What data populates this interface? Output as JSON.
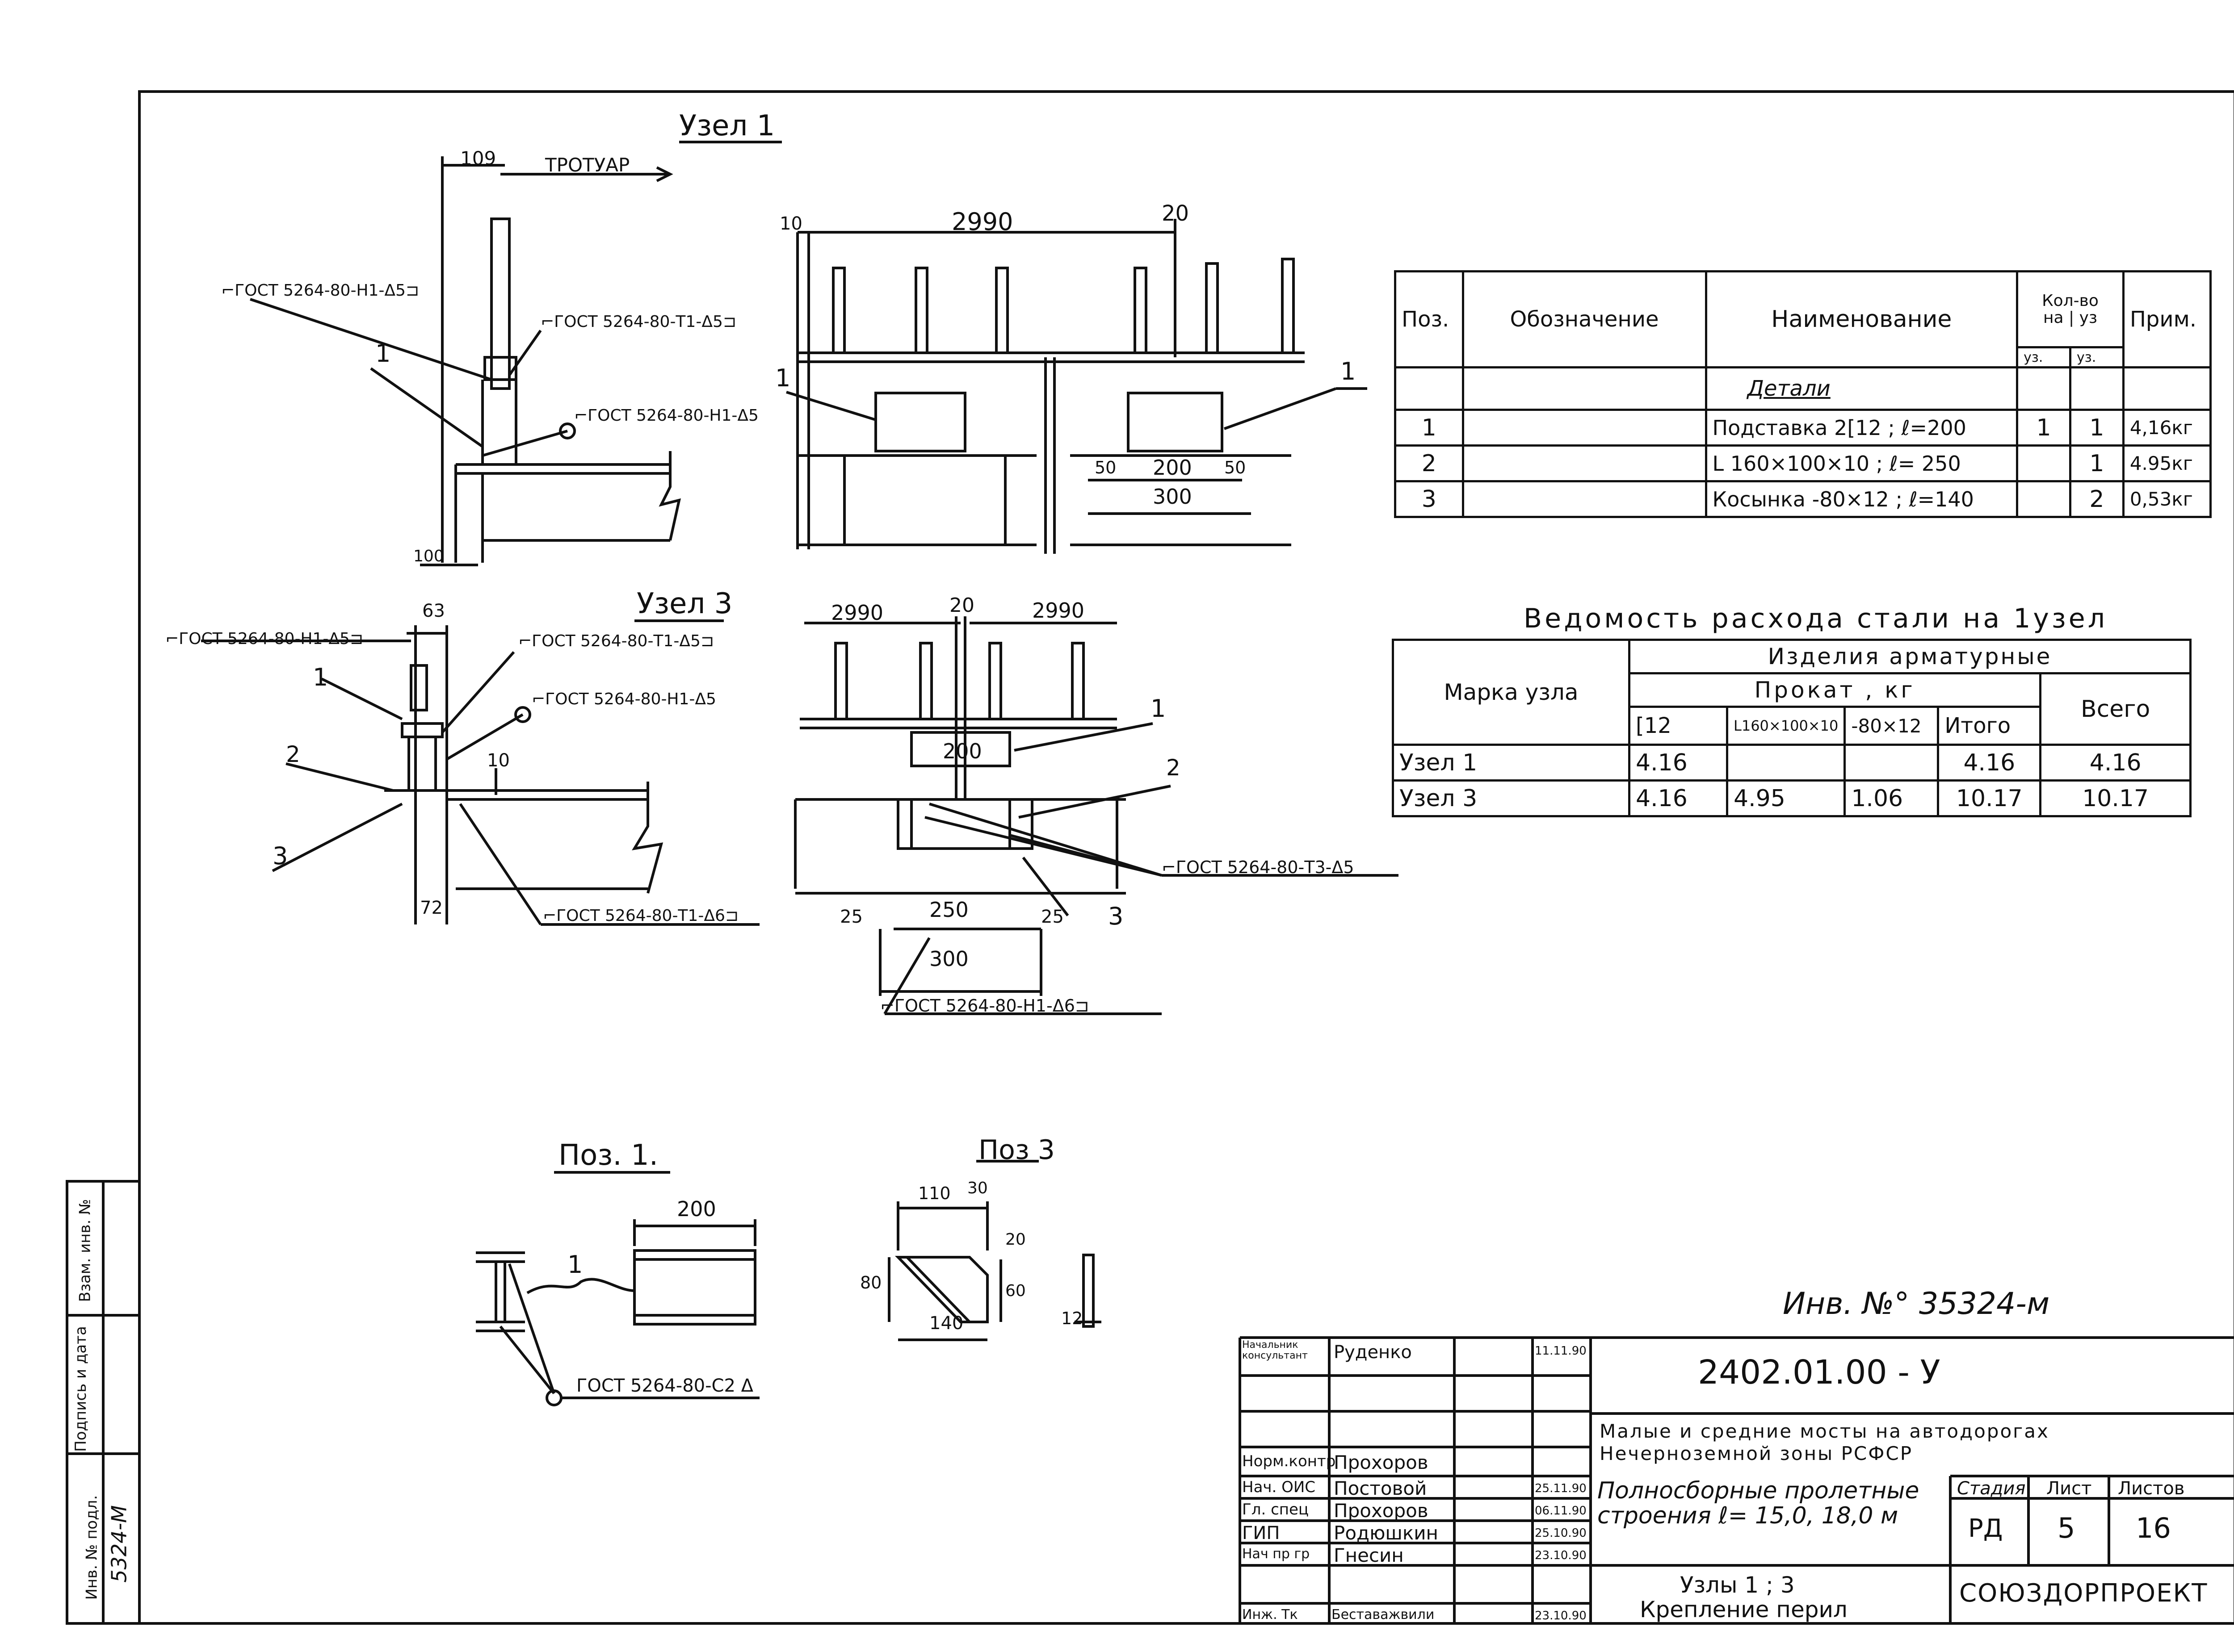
{
  "drawing_title": "",
  "uzel1": {
    "title": "Узел 1",
    "top_dim": "109",
    "trotuar": "ТРОТУАР",
    "weld_left": "⌐ГОСТ 5264-80-Н1-Δ5⊐",
    "weld_right": "⌐ГОСТ 5264-80-Т1-Δ5⊐",
    "weld_circle": "⌐ГОСТ 5264-80-Н1-Δ5",
    "pos_1": "1",
    "bottom_dim": "100"
  },
  "elev1": {
    "dim_10": "10",
    "dim_2990": "2990",
    "dim_20": "20",
    "pos_left": "1",
    "pos_right": "1",
    "dim_50a": "50",
    "dim_200": "200",
    "dim_50b": "50",
    "dim_300": "300"
  },
  "uzel3": {
    "title": "Узел 3",
    "dim_63": "63",
    "weld_a": "⌐ГОСТ 5264-80-Н1-Δ5⊐",
    "weld_b": "⌐ГОСТ 5264-80-Т1-Δ5⊐",
    "weld_c": "⌐ГОСТ 5264-80-Н1-Δ5",
    "pos_1": "1",
    "pos_2": "2",
    "pos_3": "3",
    "dim_10": "10",
    "dim_72": "72",
    "weld_bottom": "⌐ГОСТ 5264-80-Т1-Δ6⊐"
  },
  "elev3": {
    "dim_2990a": "2990",
    "dim_20": "20",
    "dim_2990b": "2990",
    "pos_1": "1",
    "dim_200": "200",
    "pos_2": "2",
    "weld_t3": "⌐ГОСТ 5264-80-Т3-Δ5",
    "dim_25a": "25",
    "dim_250": "250",
    "dim_25b": "25",
    "pos_3": "3",
    "dim_300": "300",
    "weld_h1": "⌐ГОСТ 5264-80-Н1-Δ6⊐"
  },
  "spec_table": {
    "headers": {
      "pos": "Поз.",
      "designation": "Обозначение",
      "name": "Наименование",
      "qty": "Кол-во",
      "qty_sub": "на | уз",
      "qty_u3a": "уз.",
      "qty_u3b": "уз.",
      "note": "Прим."
    },
    "section": "Детали",
    "rows": [
      {
        "pos": "1",
        "designation": "",
        "name": "Подставка 2[12 ; ℓ=200",
        "q1": "1",
        "q3": "1",
        "note": "4,16кг"
      },
      {
        "pos": "2",
        "designation": "",
        "name": "L 160×100×10 ; ℓ= 250",
        "q1": "",
        "q3": "1",
        "note": "4.95кг"
      },
      {
        "pos": "3",
        "designation": "",
        "name": "Косынка -80×12 ; ℓ=140",
        "q1": "",
        "q3": "2",
        "note": "0,53кг"
      }
    ]
  },
  "steel_table": {
    "title": "Ведомость расхода стали на 1узел",
    "h_mark": "Марка узла",
    "h_items": "Изделия арматурные",
    "h_prokat": "Прокат , кг",
    "h_total": "Всего",
    "cols": [
      "[12",
      "L160×100×10",
      "-80×12",
      "Итого"
    ],
    "rows": [
      {
        "mark": "Узел 1",
        "c12": "4.16",
        "l160": "",
        "p80": "",
        "itogo": "4.16",
        "total": "4.16"
      },
      {
        "mark": "Узел 3",
        "c12": "4.16",
        "l160": "4.95",
        "p80": "1.06",
        "itogo": "10.17",
        "total": "10.17"
      }
    ]
  },
  "poz1": {
    "title": "Поз. 1.",
    "dim_200": "200",
    "pos": "1",
    "weld": "ГОСТ 5264-80-С2 Δ"
  },
  "poz3": {
    "title": "Поз 3",
    "dim_110": "110",
    "dim_30": "30",
    "dim_20": "20",
    "dim_80": "80",
    "dim_60": "60",
    "dim_140": "140",
    "dim_12": "12"
  },
  "side_stamp": {
    "inv_podl": "Инв. № подл.",
    "podpis": "Подпись и дата",
    "vzam": "Взам. инв. №",
    "number": "5324-М"
  },
  "title_block": {
    "inv_number": "Инв. №° 35324-м",
    "code": "2402.01.00 - У",
    "project": "Малые и средние мосты на автодорогах Нечерноземной зоны РСФСР",
    "subtitle": "Полносборные пролетные строения ℓ= 15,0, 18,0 м",
    "sheet_title": "Узлы 1 ; 3",
    "sheet_subtitle": "Крепление перил",
    "stage_label": "Стадия",
    "stage": "РД",
    "sheet_label": "Лист",
    "sheet": "5",
    "sheets_label": "Листов",
    "sheets": "16",
    "org": "СОЮЗДОРПРОЕКТ",
    "people": [
      {
        "role": "Начальник консультант",
        "name": "Руденко",
        "date": "11.11.90"
      },
      {
        "role": "",
        "name": "",
        "date": ""
      },
      {
        "role": "",
        "name": "",
        "date": ""
      },
      {
        "role": "Норм.контр",
        "name": "Прохоров",
        "date": ""
      },
      {
        "role": "Нач. ОИС",
        "name": "Постовой",
        "date": "25.11.90"
      },
      {
        "role": "Гл. спец",
        "name": "Прохоров",
        "date": "06.11.90"
      },
      {
        "role": "ГИП",
        "name": "Родюшкин",
        "date": "25.10.90"
      },
      {
        "role": "Нач пр гр",
        "name": "Гнесин",
        "date": "23.10.90"
      },
      {
        "role": "Инж. Тк",
        "name": "Беставажвили",
        "date": "23.10.90"
      }
    ]
  }
}
